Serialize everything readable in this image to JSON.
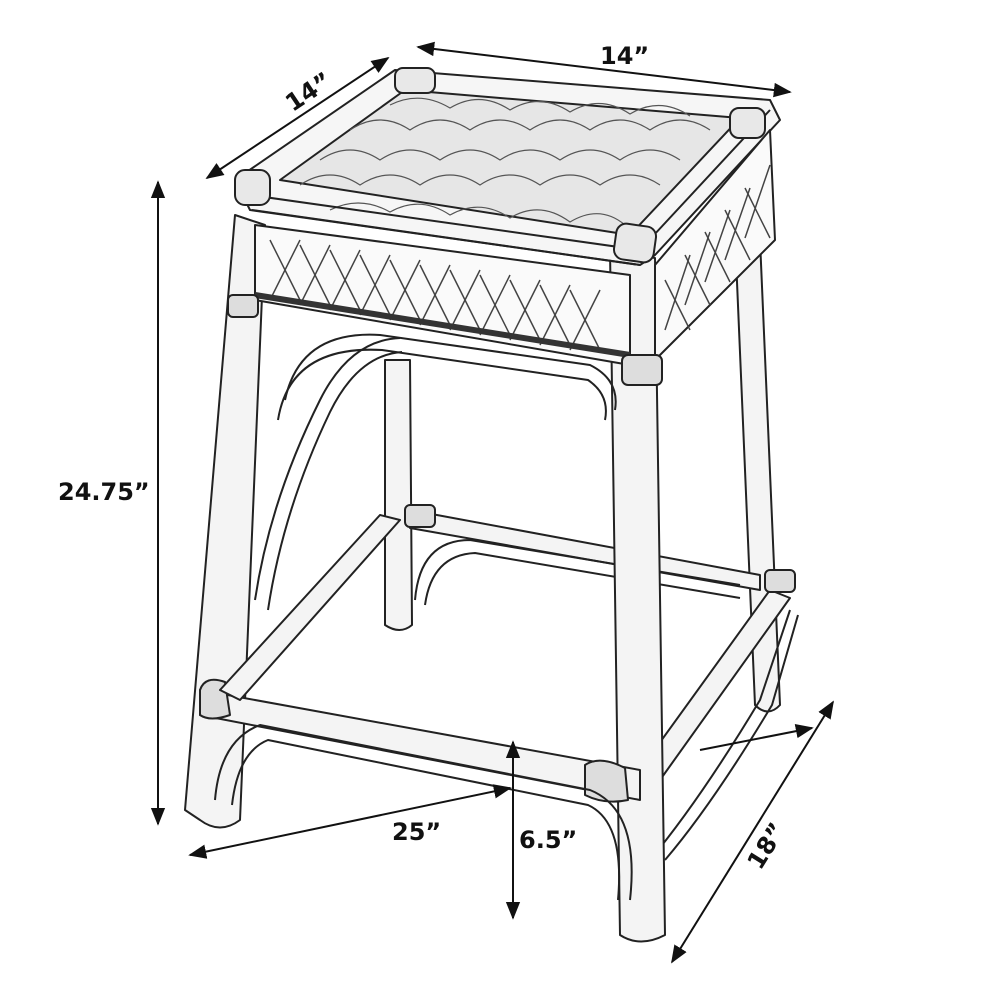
{
  "diagram": {
    "subject": "rattan counter stool line drawing",
    "dimensions": {
      "top_depth": "14”",
      "top_width": "14”",
      "height": "24.75”",
      "base_width": "25”",
      "base_depth": "18”",
      "stretcher_height": "6.5”"
    },
    "colors": {
      "line": "#111111",
      "background": "#ffffff",
      "fill": "#f2f2f2",
      "shade": "#d8d8d8"
    }
  }
}
